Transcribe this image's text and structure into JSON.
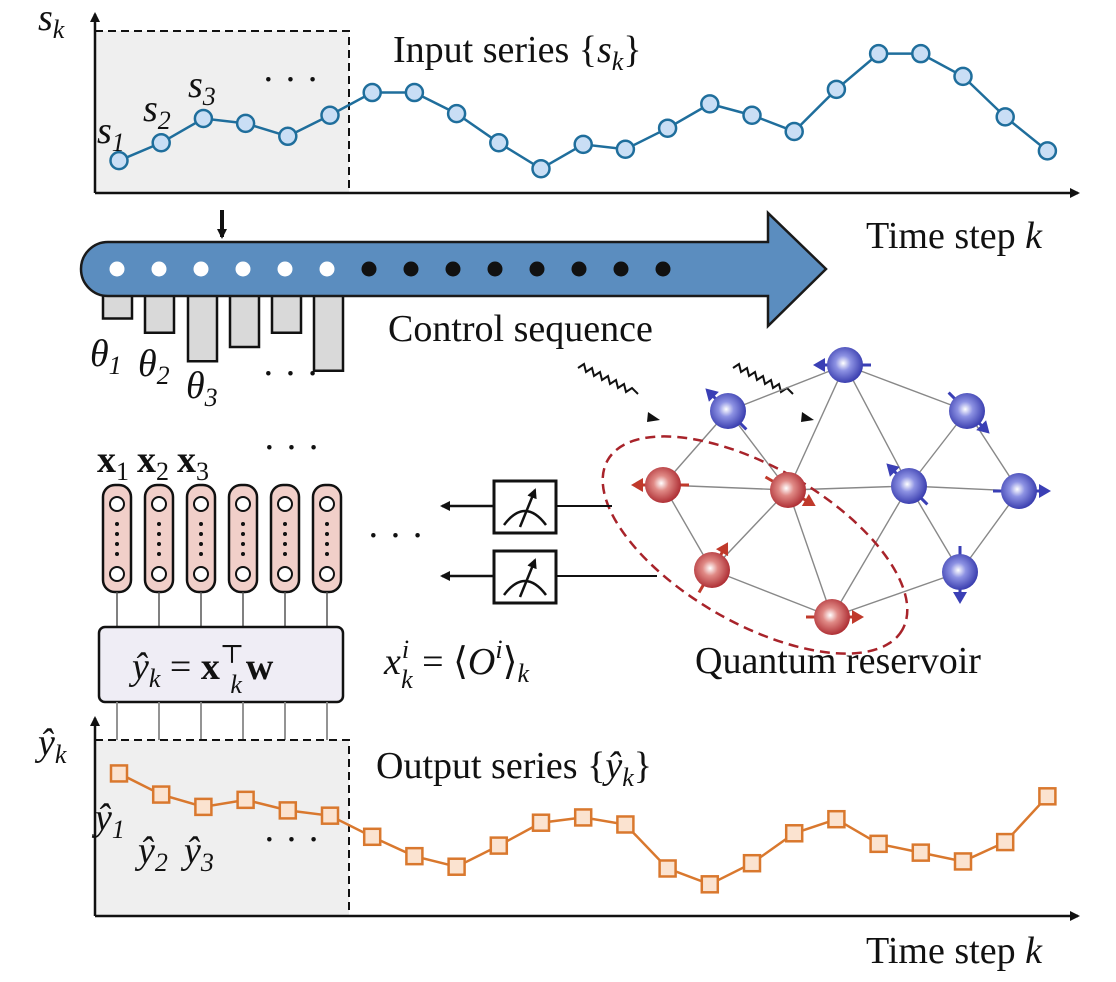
{
  "input_panel": {
    "axis_label": "s",
    "axis_label_sub": "k",
    "title": "Input series {",
    "title_var": "s",
    "title_sub": "k",
    "title_close": "}",
    "point_labels": [
      {
        "base": "s",
        "sub": "1"
      },
      {
        "base": "s",
        "sub": "2"
      },
      {
        "base": "s",
        "sub": "3"
      }
    ],
    "ellipsis": "· · ·",
    "xlabel": "Time step ",
    "xlabel_var": "k",
    "window_size": 6,
    "series_color": "#1f6e9c",
    "marker_fill": "#c9def5"
  },
  "control_sequence": {
    "label": "Control sequence",
    "arrow_color": "#5b8dbf",
    "white_dots": 6,
    "black_dots": 8,
    "theta_labels": [
      {
        "base": "θ",
        "sub": "1"
      },
      {
        "base": "θ",
        "sub": "2"
      },
      {
        "base": "θ",
        "sub": "3"
      }
    ],
    "theta_ellipsis": "· · ·",
    "theta_bar_values": [
      0.3,
      0.45,
      0.75,
      0.6,
      0.45,
      0.85
    ]
  },
  "features": {
    "labels": [
      {
        "base": "x",
        "sub": "1"
      },
      {
        "base": "x",
        "sub": "2"
      },
      {
        "base": "x",
        "sub": "3"
      }
    ],
    "ellipsis": "· · ·",
    "column_count": 6,
    "middle_ellipsis": "· · ·",
    "column_fill": "#f1cfc9"
  },
  "readout": {
    "lhs": "ŷ",
    "lhs_sub": "k",
    "eq": " = ",
    "x": "x",
    "x_sub": "k",
    "x_sup": "⊤",
    "w": "w"
  },
  "measurement": {
    "formula_x": "x",
    "formula_sup": "i",
    "formula_sub": "k",
    "formula_eq": " = ⟨",
    "formula_O": "O",
    "formula_O_sup": "i",
    "formula_close": "⟩",
    "formula_close_sub": "k",
    "meter_count": 2
  },
  "reservoir": {
    "label": "Quantum reservoir",
    "measured_color": "#c0392b",
    "unmeasured_color": "#3a3fb5"
  },
  "output_panel": {
    "axis_label": "ŷ",
    "axis_label_sub": "k",
    "title": "Output series {",
    "title_var": "ŷ",
    "title_sub": "k",
    "title_close": "}",
    "point_labels": [
      {
        "base": "ŷ",
        "sub": "1"
      },
      {
        "base": "ŷ",
        "sub": "2"
      },
      {
        "base": "ŷ",
        "sub": "3"
      }
    ],
    "ellipsis": "· · ·",
    "xlabel": "Time step ",
    "xlabel_var": "k",
    "series_color": "#d9782e",
    "marker_fill": "#fbe3d0"
  },
  "chart_data": [
    {
      "type": "line",
      "title": "Input series {s_k}",
      "xlabel": "Time step k",
      "ylabel": "s_k",
      "x": [
        1,
        2,
        3,
        4,
        5,
        6,
        7,
        8,
        9,
        10,
        11,
        12,
        13,
        14,
        15,
        16,
        17,
        18,
        19,
        20,
        21,
        22,
        23
      ],
      "values": [
        0.2,
        0.31,
        0.46,
        0.43,
        0.35,
        0.48,
        0.62,
        0.62,
        0.49,
        0.31,
        0.15,
        0.3,
        0.27,
        0.4,
        0.55,
        0.48,
        0.38,
        0.64,
        0.86,
        0.86,
        0.72,
        0.47,
        0.26
      ],
      "ylim": [
        0,
        1
      ],
      "marker": "circle"
    },
    {
      "type": "line",
      "title": "Output series {ŷ_k}",
      "xlabel": "Time step k",
      "ylabel": "ŷ_k",
      "x": [
        1,
        2,
        3,
        4,
        5,
        6,
        7,
        8,
        9,
        10,
        11,
        12,
        13,
        14,
        15,
        16,
        17,
        18,
        19,
        20,
        21,
        22,
        23
      ],
      "values": [
        0.81,
        0.69,
        0.62,
        0.66,
        0.6,
        0.57,
        0.45,
        0.34,
        0.28,
        0.4,
        0.53,
        0.56,
        0.52,
        0.27,
        0.18,
        0.3,
        0.47,
        0.55,
        0.41,
        0.36,
        0.31,
        0.42,
        0.68
      ],
      "ylim": [
        0,
        1
      ],
      "marker": "square"
    }
  ]
}
